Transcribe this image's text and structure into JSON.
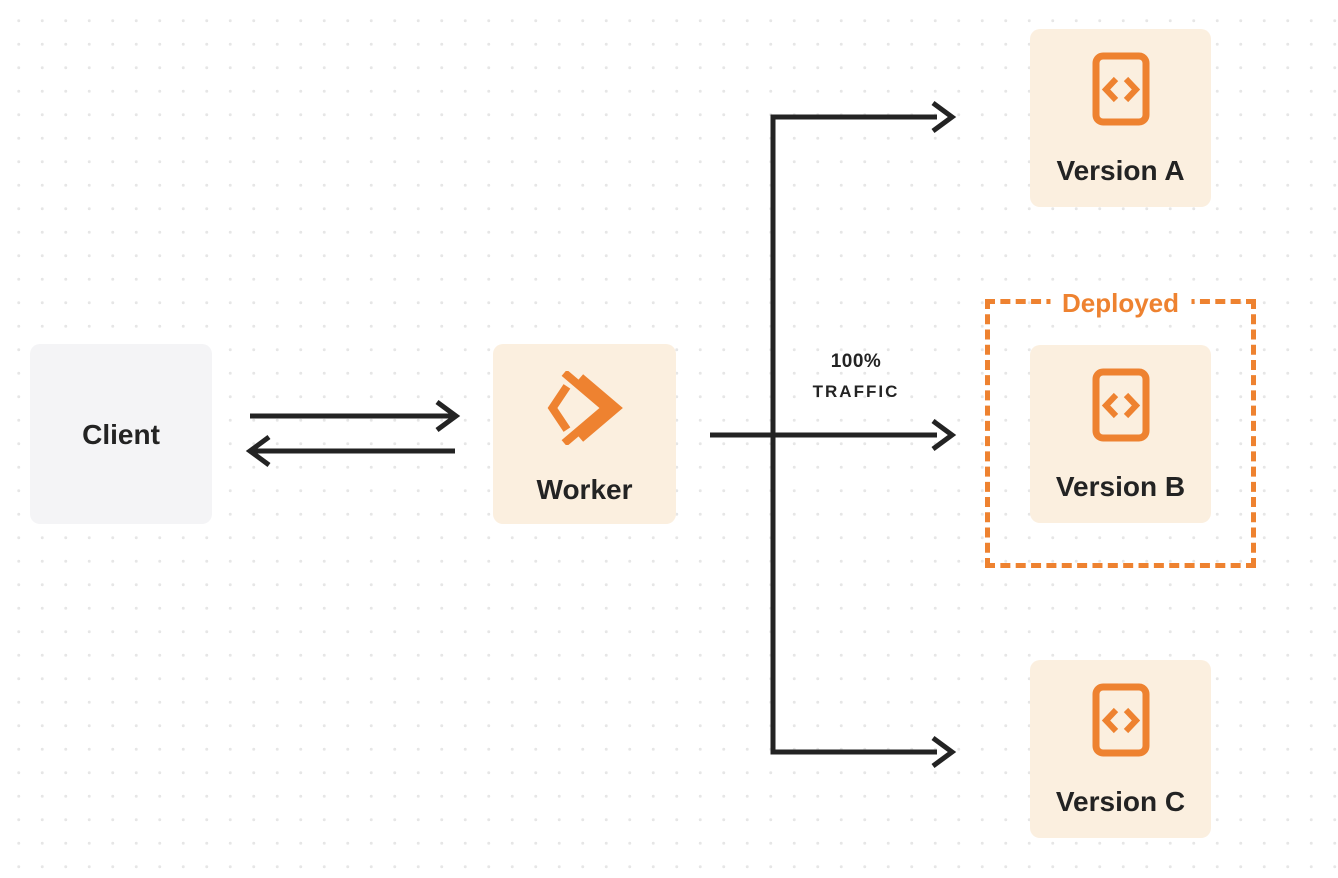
{
  "nodes": {
    "client": {
      "label": "Client"
    },
    "worker": {
      "label": "Worker",
      "icon": "workers-logo-icon"
    },
    "version_a": {
      "label": "Version A",
      "icon": "code-file-icon"
    },
    "version_b": {
      "label": "Version B",
      "icon": "code-file-icon"
    },
    "version_c": {
      "label": "Version C",
      "icon": "code-file-icon"
    }
  },
  "annotations": {
    "deployed": "Deployed",
    "traffic_line1": "100%",
    "traffic_line2": "TRAFFIC"
  },
  "colors": {
    "orange": "#EE8230",
    "node_cream": "#FBEFDF",
    "client_gray": "#F4F4F6",
    "line_ink": "#232323",
    "dot_grid": "#E6E6E6",
    "background": "#FFFFFF"
  }
}
